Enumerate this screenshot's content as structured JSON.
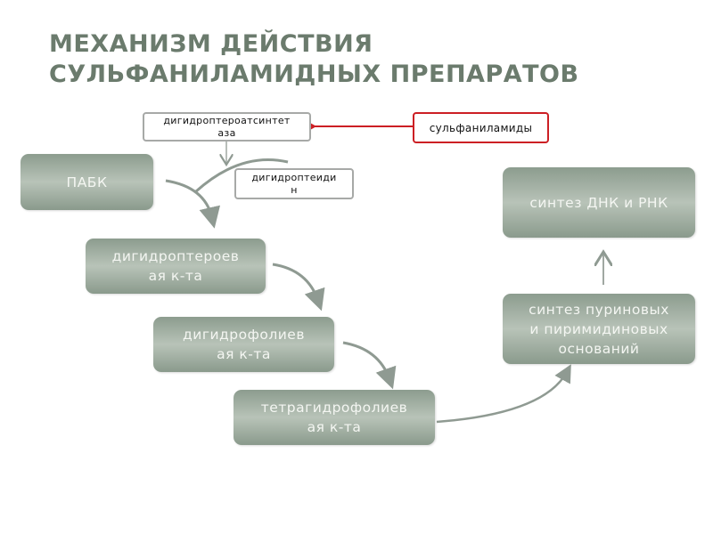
{
  "title": {
    "line1": "МЕХАНИЗМ ДЕЙСТВИЯ",
    "line2": "СУЛЬФАНИЛАМИДНЫХ ПРЕПАРАТОВ"
  },
  "nodes": {
    "paba": "ПАБК",
    "enzyme": "дигидроптероатсинтет\nаза",
    "sulfonamides": "сульфаниламиды",
    "dihydropteridine": "дигидроптеиди\nн",
    "dihydropteroic": "дигидроптероев\nая к-та",
    "dihydrofolic": "дигидрофолиев\nая к-та",
    "tetrahydrofolic": "тетрагидрофолиев\nая к-та",
    "purine_pyrimidine": "синтез пуриновых\nи пиримидиновых\nоснований",
    "dna_rna": "синтез ДНК и РНК"
  },
  "colors": {
    "title": "#6b7b6d",
    "box": "#9aa99b",
    "arrow": "#8f9a92",
    "inhibit": "#cc1f24"
  }
}
